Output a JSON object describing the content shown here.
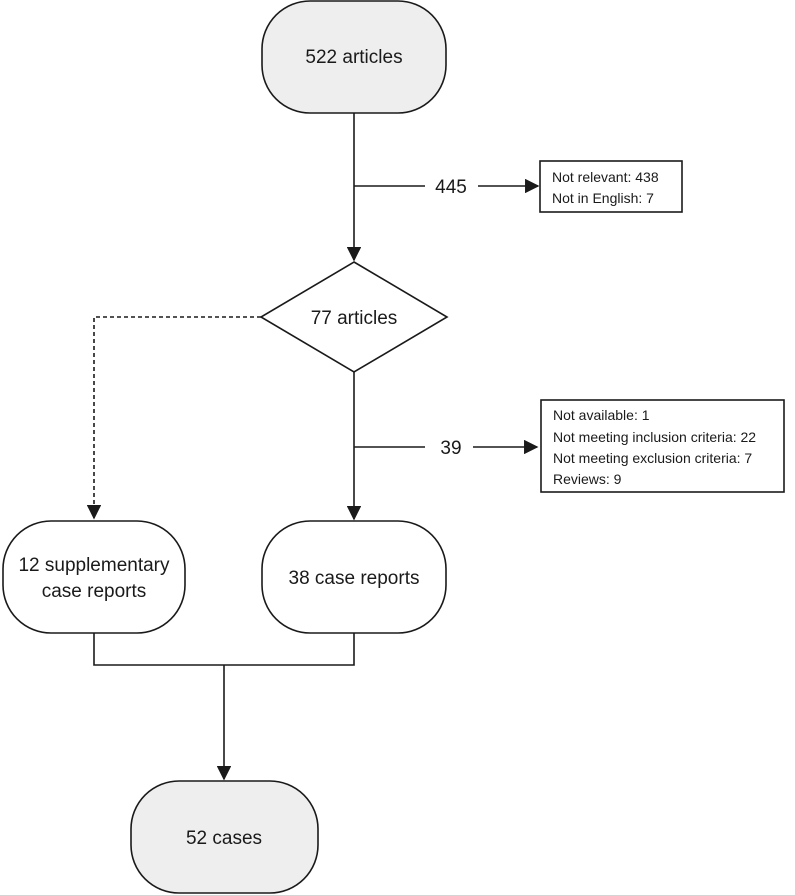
{
  "nodes": {
    "start": "522 articles",
    "screened": "77 articles",
    "supplementary": [
      "12 supplementary",
      "case reports"
    ],
    "case_reports": "38 case reports",
    "final": "52 cases"
  },
  "exclusions": {
    "first": {
      "count": "445",
      "reasons": [
        "Not relevant: 438",
        "Not in English: 7"
      ]
    },
    "second": {
      "count": "39",
      "reasons": [
        "Not available: 1",
        "Not meeting inclusion criteria: 22",
        "Not meeting exclusion criteria: 7",
        "Reviews: 9"
      ]
    }
  },
  "colors": {
    "terminal_fill": "#eeeeee",
    "node_fill": "#ffffff",
    "stroke": "#1a1a1a"
  }
}
